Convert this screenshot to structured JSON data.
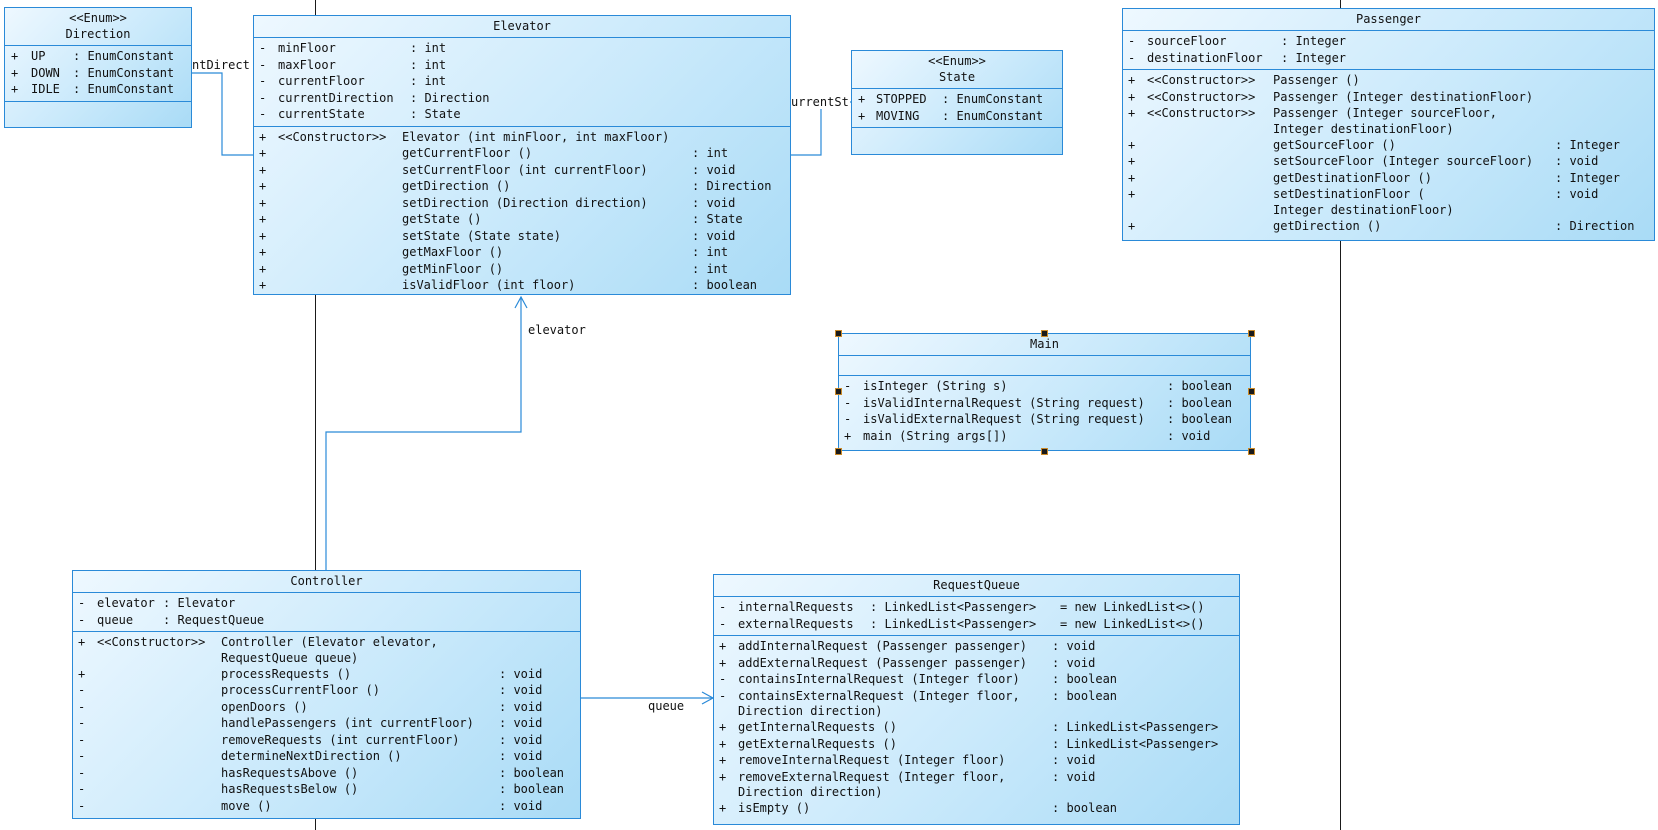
{
  "direction": {
    "stereotype": "<<Enum>>",
    "name": "Direction",
    "literals": [
      {
        "vis": "+",
        "name": "UP",
        "type": ": EnumConstant"
      },
      {
        "vis": "+",
        "name": "DOWN",
        "type": ": EnumConstant"
      },
      {
        "vis": "+",
        "name": "IDLE",
        "type": ": EnumConstant"
      }
    ]
  },
  "elevator": {
    "name": "Elevator",
    "attributes": [
      {
        "vis": "-",
        "name": "minFloor",
        "type": ": int"
      },
      {
        "vis": "-",
        "name": "maxFloor",
        "type": ": int"
      },
      {
        "vis": "-",
        "name": "currentFloor",
        "type": ": int"
      },
      {
        "vis": "-",
        "name": "currentDirection",
        "type": ": Direction"
      },
      {
        "vis": "-",
        "name": "currentState",
        "type": ": State"
      }
    ],
    "operations": [
      {
        "vis": "+",
        "stereo": "<<Constructor>>",
        "sig": "Elevator (int minFloor, int maxFloor)",
        "ret": ""
      },
      {
        "vis": "+",
        "stereo": "",
        "sig": "getCurrentFloor ()",
        "ret": ": int"
      },
      {
        "vis": "+",
        "stereo": "",
        "sig": "setCurrentFloor (int currentFloor)",
        "ret": ": void"
      },
      {
        "vis": "+",
        "stereo": "",
        "sig": "getDirection ()",
        "ret": ": Direction"
      },
      {
        "vis": "+",
        "stereo": "",
        "sig": "setDirection (Direction direction)",
        "ret": ": void"
      },
      {
        "vis": "+",
        "stereo": "",
        "sig": "getState ()",
        "ret": ": State"
      },
      {
        "vis": "+",
        "stereo": "",
        "sig": "setState (State state)",
        "ret": ": void"
      },
      {
        "vis": "+",
        "stereo": "",
        "sig": "getMaxFloor ()",
        "ret": ": int"
      },
      {
        "vis": "+",
        "stereo": "",
        "sig": "getMinFloor ()",
        "ret": ": int"
      },
      {
        "vis": "+",
        "stereo": "",
        "sig": "isValidFloor (int floor)",
        "ret": ": boolean"
      }
    ]
  },
  "state": {
    "stereotype": "<<Enum>>",
    "name": "State",
    "literals": [
      {
        "vis": "+",
        "name": "STOPPED",
        "type": ": EnumConstant"
      },
      {
        "vis": "+",
        "name": "MOVING",
        "type": ": EnumConstant"
      }
    ]
  },
  "passenger": {
    "name": "Passenger",
    "attributes": [
      {
        "vis": "-",
        "name": "sourceFloor",
        "type": ": Integer"
      },
      {
        "vis": "-",
        "name": "destinationFloor",
        "type": ": Integer"
      }
    ],
    "operations": [
      {
        "vis": "+",
        "stereo": "<<Constructor>>",
        "sig": "Passenger ()",
        "ret": ""
      },
      {
        "vis": "+",
        "stereo": "<<Constructor>>",
        "sig": "Passenger (Integer destinationFloor)",
        "ret": ""
      },
      {
        "vis": "+",
        "stereo": "<<Constructor>>",
        "sig": "Passenger (Integer sourceFloor,",
        "ret": ""
      },
      {
        "vis": "",
        "stereo": "",
        "sig": " Integer destinationFloor)",
        "ret": ""
      },
      {
        "vis": "+",
        "stereo": "",
        "sig": "getSourceFloor ()",
        "ret": ": Integer"
      },
      {
        "vis": "+",
        "stereo": "",
        "sig": "setSourceFloor (Integer sourceFloor)",
        "ret": ": void"
      },
      {
        "vis": "+",
        "stereo": "",
        "sig": "getDestinationFloor ()",
        "ret": ": Integer"
      },
      {
        "vis": "+",
        "stereo": "",
        "sig": "setDestinationFloor (",
        "ret": ": void"
      },
      {
        "vis": "",
        "stereo": "",
        "sig": "Integer destinationFloor)",
        "ret": ""
      },
      {
        "vis": "+",
        "stereo": "",
        "sig": "getDirection ()",
        "ret": ": Direction"
      }
    ]
  },
  "main": {
    "name": "Main",
    "operations": [
      {
        "vis": "-",
        "sig": "isInteger (String s)",
        "ret": ": boolean"
      },
      {
        "vis": "-",
        "sig": "isValidInternalRequest (String request)",
        "ret": ": boolean"
      },
      {
        "vis": "-",
        "sig": "isValidExternalRequest (String request)",
        "ret": ": boolean"
      },
      {
        "vis": "+",
        "sig": "main (String args[])",
        "ret": ": void"
      }
    ]
  },
  "controller": {
    "name": "Controller",
    "attributes": [
      {
        "vis": "-",
        "name": "elevator",
        "type": ": Elevator"
      },
      {
        "vis": "-",
        "name": "queue",
        "type": ": RequestQueue"
      }
    ],
    "operations": [
      {
        "vis": "+",
        "stereo": "<<Constructor>>",
        "sig": "Controller (Elevator elevator,",
        "ret": ""
      },
      {
        "vis": "",
        "stereo": "",
        "sig": " RequestQueue queue)",
        "ret": ""
      },
      {
        "vis": "+",
        "stereo": "",
        "sig": "processRequests ()",
        "ret": ": void"
      },
      {
        "vis": "-",
        "stereo": "",
        "sig": "processCurrentFloor ()",
        "ret": ": void"
      },
      {
        "vis": "-",
        "stereo": "",
        "sig": "openDoors ()",
        "ret": ": void"
      },
      {
        "vis": "-",
        "stereo": "",
        "sig": "handlePassengers (int currentFloor)",
        "ret": ": void"
      },
      {
        "vis": "-",
        "stereo": "",
        "sig": "removeRequests (int currentFloor)",
        "ret": ": void"
      },
      {
        "vis": "-",
        "stereo": "",
        "sig": "determineNextDirection ()",
        "ret": ": void"
      },
      {
        "vis": "-",
        "stereo": "",
        "sig": "hasRequestsAbove ()",
        "ret": ": boolean"
      },
      {
        "vis": "-",
        "stereo": "",
        "sig": "hasRequestsBelow ()",
        "ret": ": boolean"
      },
      {
        "vis": "-",
        "stereo": "",
        "sig": "move ()",
        "ret": ": void"
      }
    ]
  },
  "requestqueue": {
    "name": "RequestQueue",
    "attributes": [
      {
        "vis": "-",
        "name": "internalRequests",
        "type": ": LinkedList<Passenger>",
        "init": "= new LinkedList<>()"
      },
      {
        "vis": "-",
        "name": "externalRequests",
        "type": ": LinkedList<Passenger>",
        "init": "= new LinkedList<>()"
      }
    ],
    "operations": [
      {
        "vis": "+",
        "sig": "addInternalRequest (Passenger passenger)",
        "ret": ": void"
      },
      {
        "vis": "+",
        "sig": "addExternalRequest (Passenger passenger)",
        "ret": ": void"
      },
      {
        "vis": "-",
        "sig": "containsInternalRequest (Integer floor)",
        "ret": ": boolean"
      },
      {
        "vis": "-",
        "sig": "containsExternalRequest (Integer floor,",
        "ret": ": boolean"
      },
      {
        "vis": "",
        "sig": " Direction direction)",
        "ret": ""
      },
      {
        "vis": "+",
        "sig": "getInternalRequests ()",
        "ret": ": LinkedList<Passenger>"
      },
      {
        "vis": "+",
        "sig": "getExternalRequests ()",
        "ret": ": LinkedList<Passenger>"
      },
      {
        "vis": "+",
        "sig": "removeInternalRequest (Integer floor)",
        "ret": ": void"
      },
      {
        "vis": "+",
        "sig": "removeExternalRequest (Integer floor,",
        "ret": ": void"
      },
      {
        "vis": "",
        "sig": " Direction direction)",
        "ret": ""
      },
      {
        "vis": "+",
        "sig": "isEmpty ()",
        "ret": ": boolean"
      }
    ]
  },
  "links": {
    "direction_role": "ntDirect",
    "state_role": "urrentSt",
    "elevator_role": "elevator",
    "queue_role": "queue"
  },
  "colors": {
    "border": "#2a8ad8",
    "fill_light": "#eef8ff",
    "fill_dark": "#a9dbf6"
  }
}
